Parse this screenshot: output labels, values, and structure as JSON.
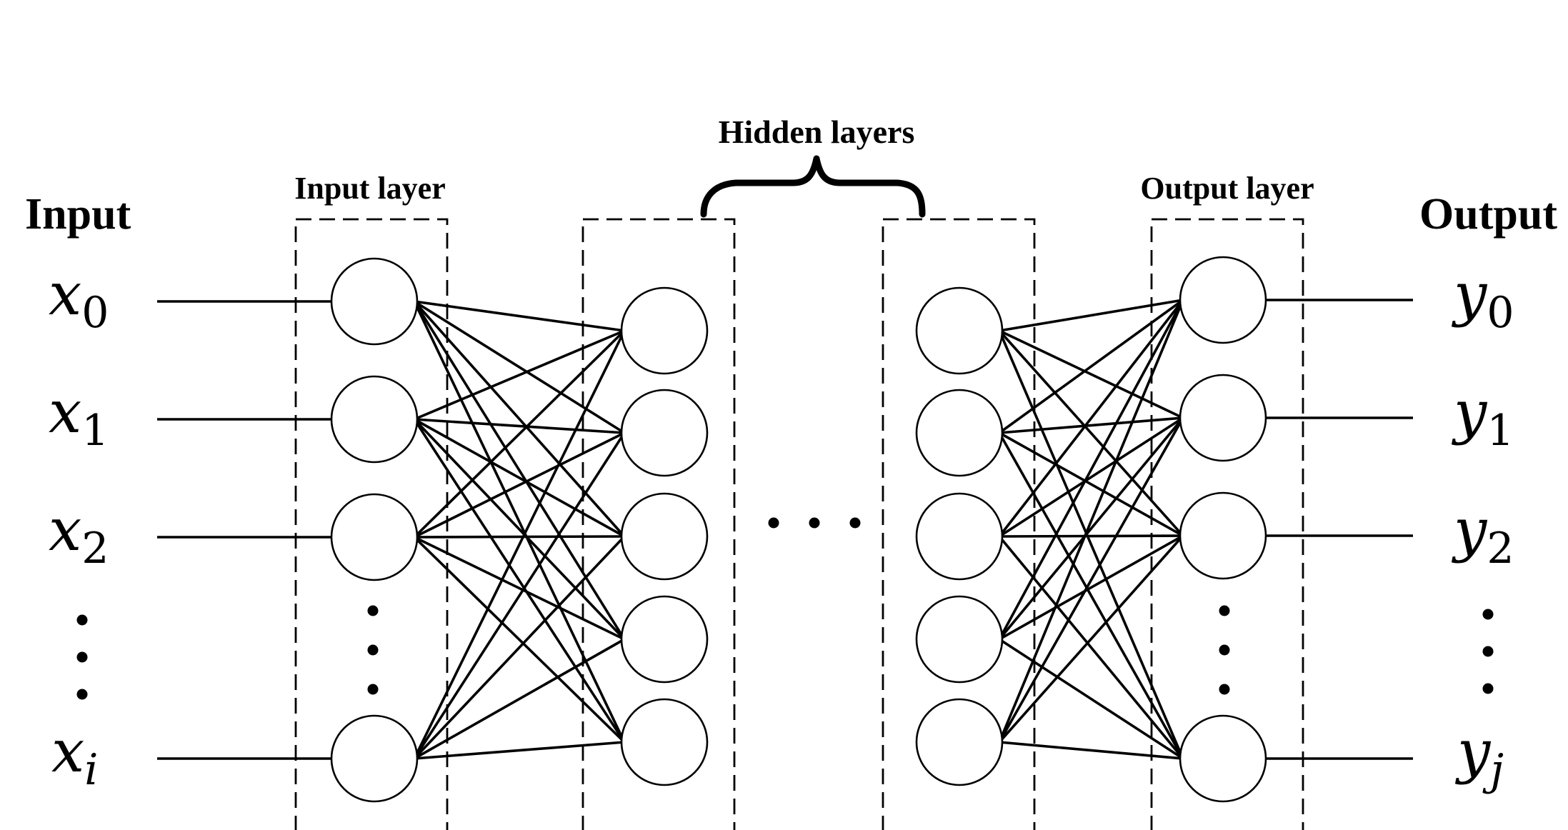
{
  "labels": {
    "input_title": "Input",
    "output_title": "Output",
    "input_layer": "Input layer",
    "hidden_layers": "Hidden layers",
    "output_layer": "Output layer"
  },
  "inputs": [
    {
      "var": "x",
      "sub": "0"
    },
    {
      "var": "x",
      "sub": "1"
    },
    {
      "var": "x",
      "sub": "2"
    },
    {
      "var": "x",
      "sub": "i"
    }
  ],
  "outputs": [
    {
      "var": "y",
      "sub": "0"
    },
    {
      "var": "y",
      "sub": "1"
    },
    {
      "var": "y",
      "sub": "2"
    },
    {
      "var": "y",
      "sub": "j"
    }
  ],
  "layers": [
    {
      "name": "input-layer",
      "nodes": 4,
      "ellipsis_between": [
        2,
        3
      ]
    },
    {
      "name": "hidden-layer-first",
      "nodes": 5
    },
    {
      "name": "hidden-layer-last",
      "nodes": 5
    },
    {
      "name": "output-layer",
      "nodes": 4,
      "ellipsis_between": [
        2,
        3
      ]
    }
  ],
  "connections": "fully-connected"
}
